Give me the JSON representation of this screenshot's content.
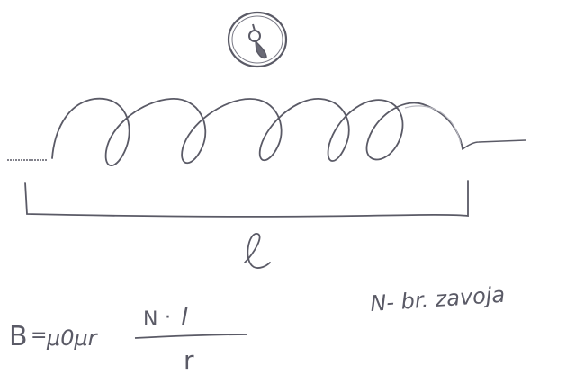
{
  "drawing": {
    "compass_icon": "compass-needle-icon",
    "ink_color": "#5a5a66"
  },
  "labels": {
    "length_symbol": "l",
    "note": "N- br. zavoja"
  },
  "formula": {
    "lhs": "B",
    "equals": "=",
    "coefficients": "μ0μr",
    "numerator_n": "N",
    "numerator_dot": "·",
    "numerator_l": "l",
    "denominator": "r"
  }
}
